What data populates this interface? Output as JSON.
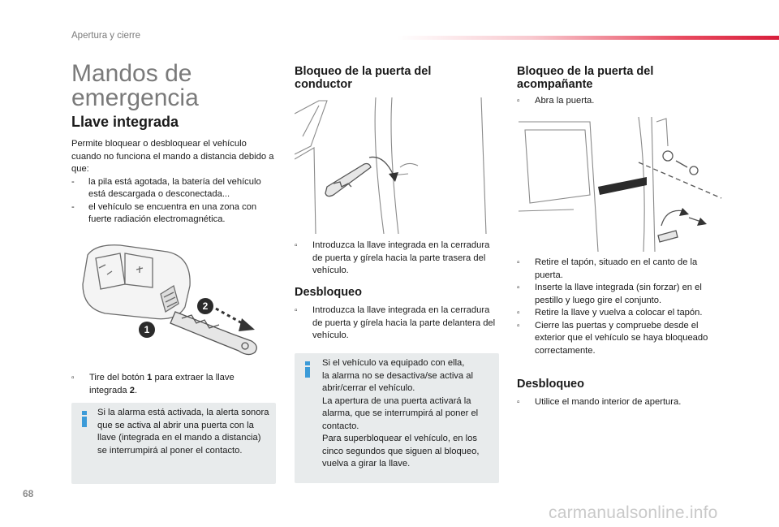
{
  "header": {
    "section": "Apertura y cierre"
  },
  "page_title": {
    "line1": "Mandos de",
    "line2": "emergencia"
  },
  "llave": {
    "title": "Llave integrada",
    "intro": "Permite bloquear o desbloquear el vehículo cuando no funciona el mando a distancia debido a que:",
    "items": [
      "la pila está agotada, la batería del vehículo está descargada o desconectada...",
      "el vehículo se encuentra en una zona con fuerte radiación electromagnética."
    ],
    "step_pre": "Tire del botón ",
    "step_b1": "1",
    "step_mid": " para extraer la llave integrada ",
    "step_b2": "2",
    "step_post": ".",
    "callouts": [
      "1",
      "2"
    ],
    "info": "Si la alarma está activada, la alerta sonora que se activa al abrir una puerta con la llave (integrada en el mando a distancia) se interrumpirá al poner el contacto."
  },
  "conductor": {
    "title_line1": "Bloqueo de la puerta del",
    "title_line2": "conductor",
    "step": "Introduzca la llave integrada en la cerradura de puerta y gírela hacia la parte trasera del vehículo.",
    "unlock_title": "Desbloqueo",
    "unlock_step": "Introduzca la llave integrada en la cerradura de puerta y gírela hacia la parte delantera del vehículo.",
    "info_lines": [
      "Si el vehículo va equipado con ella,",
      "la alarma no se desactiva/se activa al abrir/cerrar el vehículo.",
      "La apertura de una puerta activará la alarma, que se interrumpirá al poner el contacto.",
      "Para superbloquear el vehículo, en los cinco segundos que siguen al bloqueo, vuelva a girar la llave."
    ]
  },
  "acompanante": {
    "title_line1": "Bloqueo de la puerta del",
    "title_line2": "acompañante",
    "step_open": "Abra la puerta.",
    "steps": [
      "Retire el tapón, situado en el canto de la puerta.",
      "Inserte la llave integrada (sin forzar) en el pestillo y luego gire el conjunto.",
      "Retire la llave y vuelva a colocar el tapón.",
      "Cierre las puertas y compruebe desde el exterior que el vehículo se haya bloqueado correctamente."
    ],
    "unlock_title": "Desbloqueo",
    "unlock_step": "Utilice el mando interior de apertura."
  },
  "footer": {
    "page_number": "68",
    "watermark": "carmanualsonline.info"
  },
  "icons": {
    "bullet": "square-bullet-icon",
    "info": "info-icon"
  },
  "colors": {
    "accent_red": "#d81e3b",
    "info_blue": "#3c9bd8",
    "info_bg": "#e8ebec"
  }
}
